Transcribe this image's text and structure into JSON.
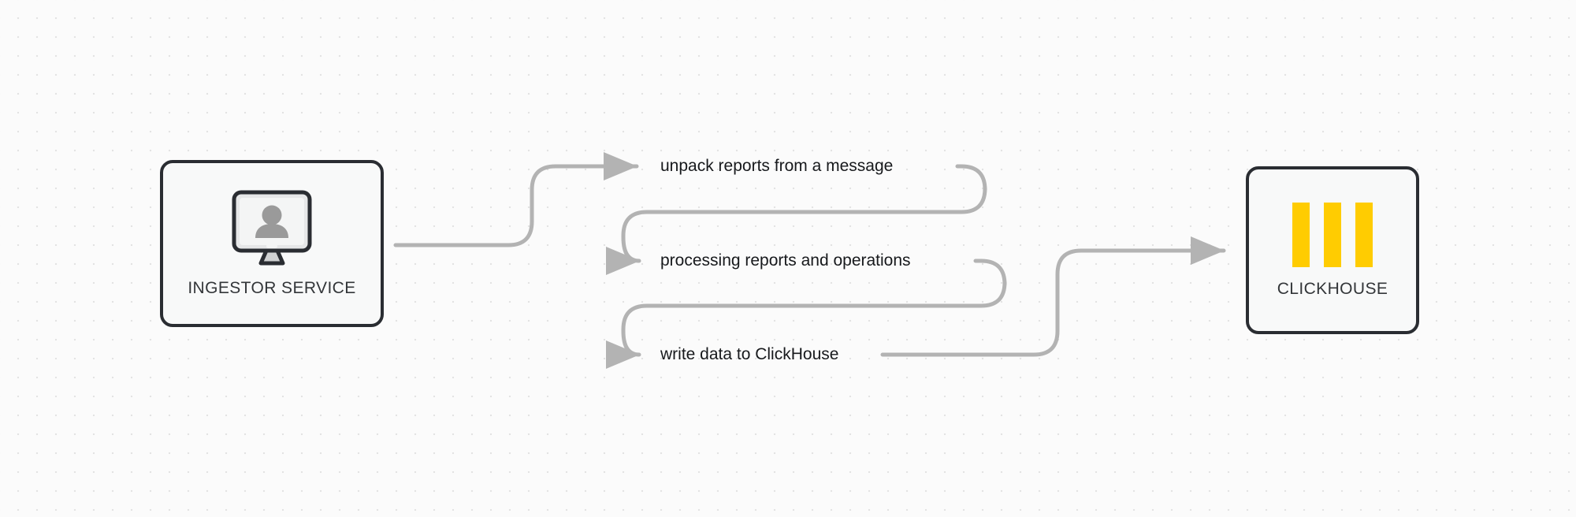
{
  "canvas": {
    "background_color": "#fbfbfb",
    "grid_dot_color": "#e3e3e3",
    "grid_spacing": 24
  },
  "diagram": {
    "type": "flowchart",
    "edge_color": "#b3b3b3",
    "node_border_color": "#2a2d32",
    "node_fill_color": "#f8f9f9",
    "nodes": [
      {
        "id": "ingestor",
        "label": "INGESTOR SERVICE",
        "icon": "monitor-user-icon"
      },
      {
        "id": "clickhouse",
        "label": "CLICKHOUSE",
        "icon": "clickhouse-logo-icon",
        "accent_color": "#ffcc01",
        "bars": 3
      }
    ],
    "edges": [
      {
        "id": "edge-1",
        "label": "unpack reports from a message",
        "from": "ingestor",
        "to": "step-2"
      },
      {
        "id": "edge-2",
        "label": "processing reports and operations",
        "from": "step-1",
        "to": "step-3"
      },
      {
        "id": "edge-3",
        "label": "write data to ClickHouse",
        "from": "step-2",
        "to": "clickhouse"
      }
    ]
  }
}
